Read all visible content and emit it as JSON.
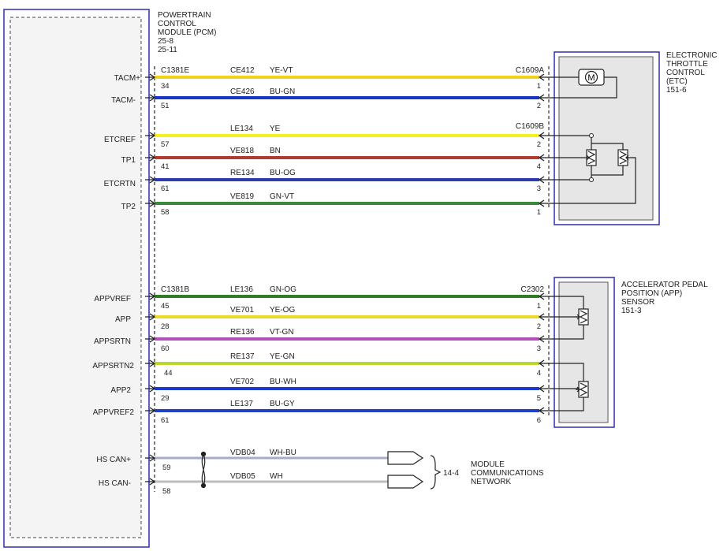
{
  "pcm": {
    "title": [
      "POWERTRAIN",
      "CONTROL",
      "MODULE (PCM)",
      "25-8",
      "25-11"
    ]
  },
  "etc": {
    "title": [
      "ELECTRONIC",
      "THROTTLE",
      "CONTROL",
      "(ETC)",
      "151-6"
    ],
    "motor_symbol": "M",
    "motor_icon": "motor-icon",
    "sensor_icon": "potentiometer-icon"
  },
  "app": {
    "title": [
      "ACCELERATOR PEDAL",
      "POSITION (APP)",
      "SENSOR",
      "151-3"
    ],
    "sensor_icon": "potentiometer-icon"
  },
  "network": {
    "ref": "14-4",
    "title": [
      "MODULE",
      "COMMUNICATIONS",
      "NETWORK"
    ]
  },
  "connectors": {
    "pcm_top": "C1381E",
    "pcm_bottom": "C1381B",
    "etc_motor": "C1609A",
    "etc_tp": "C1609B",
    "app": "C2302"
  },
  "wire_colors": {
    "YE-VT": "#f3d21c",
    "BU-GN": "#1636c8",
    "YE": "#f5f01e",
    "BN": "#b23a30",
    "BU-OG": "#2e3bb0",
    "GN-VT": "#3b8a3b",
    "GN-OG": "#2f7f22",
    "YE-OG": "#eadb2b",
    "VT-GN": "#b24fb8",
    "YE-GN": "#b8d82a",
    "BU-WH": "#1a3ad2",
    "BU-GY": "#2140c4",
    "WH-BU": "#a7acc8",
    "WH": "#bdbdbd"
  },
  "wires": [
    {
      "signal": "TACM+",
      "pin": "34",
      "circuit": "CE412",
      "color": "YE-VT",
      "far_pin": "1"
    },
    {
      "signal": "TACM-",
      "pin": "51",
      "circuit": "CE426",
      "color": "BU-GN",
      "far_pin": "2"
    },
    {
      "signal": "ETCREF",
      "pin": "57",
      "circuit": "LE134",
      "color": "YE",
      "far_pin": "2"
    },
    {
      "signal": "TP1",
      "pin": "41",
      "circuit": "VE818",
      "color": "BN",
      "far_pin": "4"
    },
    {
      "signal": "ETCRTN",
      "pin": "61",
      "circuit": "RE134",
      "color": "BU-OG",
      "far_pin": "3"
    },
    {
      "signal": "TP2",
      "pin": "58",
      "circuit": "VE819",
      "color": "GN-VT",
      "far_pin": "1"
    },
    {
      "signal": "APPVREF",
      "pin": "45",
      "circuit": "LE136",
      "color": "GN-OG",
      "far_pin": "1"
    },
    {
      "signal": "APP",
      "pin": "28",
      "circuit": "VE701",
      "color": "YE-OG",
      "far_pin": "2"
    },
    {
      "signal": "APPSRTN",
      "pin": "60",
      "circuit": "RE136",
      "color": "VT-GN",
      "far_pin": "3"
    },
    {
      "signal": "APPSRTN2",
      "pin": "44",
      "circuit": "RE137",
      "color": "YE-GN",
      "far_pin": "4"
    },
    {
      "signal": "APP2",
      "pin": "29",
      "circuit": "VE702",
      "color": "BU-WH",
      "far_pin": "5"
    },
    {
      "signal": "APPVREF2",
      "pin": "61",
      "circuit": "LE137",
      "color": "BU-GY",
      "far_pin": "6"
    },
    {
      "signal": "HS CAN+",
      "pin": "59",
      "circuit": "VDB04",
      "color": "WH-BU",
      "far_pin": ""
    },
    {
      "signal": "HS CAN-",
      "pin": "58",
      "circuit": "VDB05",
      "color": "WH",
      "far_pin": ""
    }
  ]
}
